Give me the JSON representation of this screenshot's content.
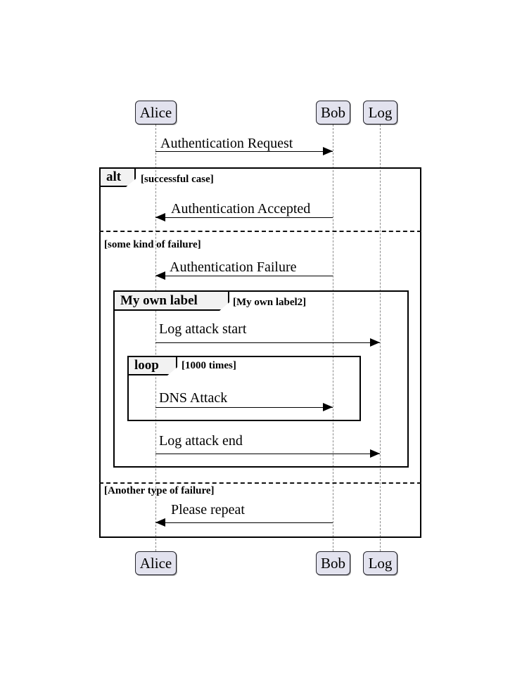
{
  "diagram": {
    "type": "uml-sequence-diagram",
    "title": "",
    "background_color": "#FFFFFF",
    "participant_fill": "#E2E2EE",
    "participant_border": "#24242C",
    "fragment_tab_fill": "#F2F2F2",
    "line_color": "#000000",
    "lifeline_color": "#8A8A8A"
  },
  "participants": [
    {
      "name": "Alice",
      "label": "Alice"
    },
    {
      "name": "Bob",
      "label": "Bob"
    },
    {
      "name": "Log",
      "label": "Log"
    }
  ],
  "messages": [
    {
      "label": "Authentication Request",
      "from": "Alice",
      "to": "Bob",
      "direction": "right"
    },
    {
      "label": "Authentication Accepted",
      "from": "Bob",
      "to": "Alice",
      "direction": "left"
    },
    {
      "label": "Authentication Failure",
      "from": "Bob",
      "to": "Alice",
      "direction": "left"
    },
    {
      "label": "Log attack start",
      "from": "Alice",
      "to": "Log",
      "direction": "right"
    },
    {
      "label": "DNS Attack",
      "from": "Alice",
      "to": "Bob",
      "direction": "right"
    },
    {
      "label": "Log attack end",
      "from": "Alice",
      "to": "Log",
      "direction": "right"
    },
    {
      "label": "Please repeat",
      "from": "Bob",
      "to": "Alice",
      "direction": "left"
    }
  ],
  "fragments": [
    {
      "operator": "alt",
      "guard": "[successful case]",
      "sections": [
        {
          "guard": "[successful case]"
        },
        {
          "guard": "[some kind of failure]"
        },
        {
          "guard": "[Another type of failure]"
        }
      ]
    },
    {
      "operator": "My own label",
      "guard": "[My own label2]"
    },
    {
      "operator": "loop",
      "guard": "[1000 times]"
    }
  ],
  "labels": {
    "alt_operator": "alt",
    "alt_guard_1": "[successful case]",
    "alt_guard_2": "[some kind of failure]",
    "alt_guard_3": "[Another type of failure]",
    "custom_operator": "My own label",
    "custom_guard": "[My own label2]",
    "loop_operator": "loop",
    "loop_guard": "[1000 times]",
    "msg_auth_request": "Authentication Request",
    "msg_auth_accepted": "Authentication Accepted",
    "msg_auth_failure": "Authentication Failure",
    "msg_log_start": "Log attack start",
    "msg_dns_attack": "DNS Attack",
    "msg_log_end": "Log attack end",
    "msg_please_repeat": "Please repeat",
    "participant_alice": "Alice",
    "participant_bob": "Bob",
    "participant_log": "Log"
  }
}
